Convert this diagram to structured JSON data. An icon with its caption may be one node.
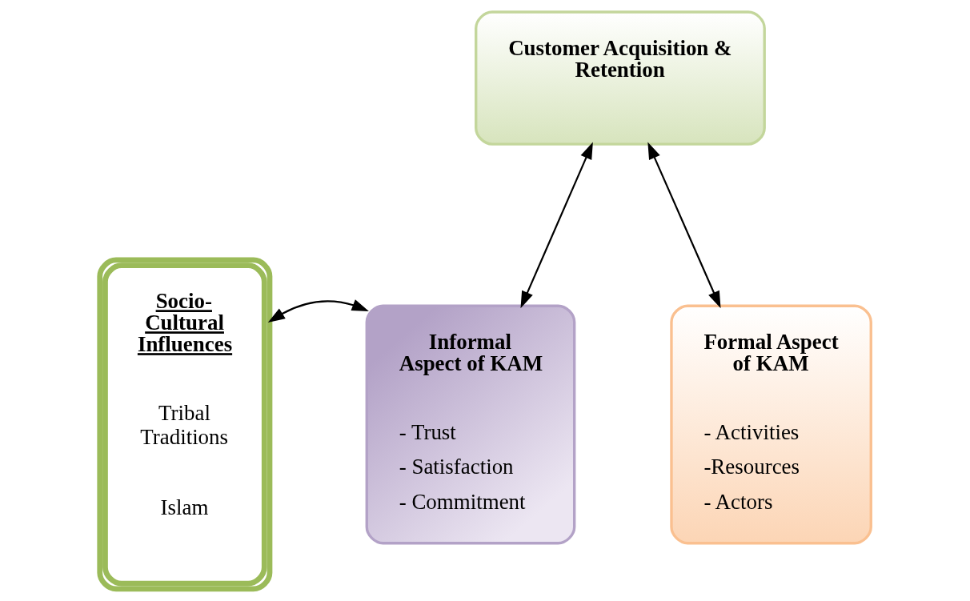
{
  "diagram": {
    "nodes": [
      {
        "text": [
          "Customer Acquisition & Retention"
        ]
      },
      {
        "text": [
          "Socio- Cultural Influences",
          "Tribal Traditions",
          "Islam"
        ]
      },
      {
        "text": [
          "Informal Aspect of KAM",
          "- Trust",
          "- Satisfaction",
          "- Commitment"
        ]
      },
      {
        "text": [
          "Formal Aspect of KAM",
          "- Activities",
          "-Resources",
          "- Actors"
        ]
      }
    ],
    "edges": [
      {
        "from": 0,
        "to": 2,
        "arrow": "both"
      },
      {
        "from": 0,
        "to": 3,
        "arrow": "both"
      },
      {
        "from": 1,
        "to": 2,
        "arrow": "both"
      }
    ]
  }
}
